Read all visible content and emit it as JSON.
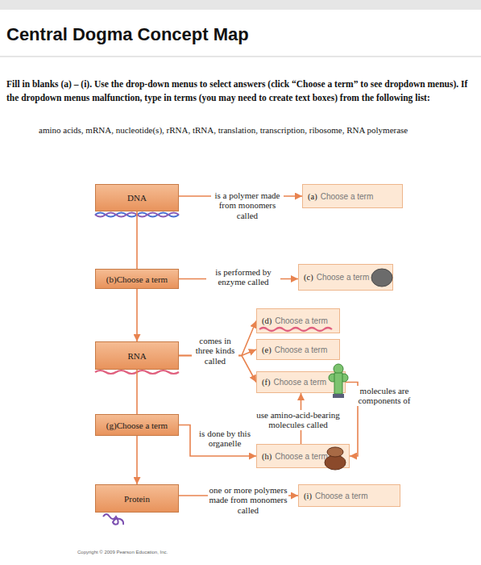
{
  "diagram": {
    "title": "Central Dogma Concept Map",
    "nodes": [
      {
        "text": [
          "DNA"
        ]
      },
      {
        "text": [
          "(a)",
          "Choose a term"
        ]
      },
      {
        "text": [
          "(b)",
          "Choose a term"
        ]
      },
      {
        "text": [
          "(c)",
          "Choose a term"
        ]
      },
      {
        "text": [
          "(d)",
          "Choose a term"
        ]
      },
      {
        "text": [
          "RNA"
        ]
      },
      {
        "text": [
          "(e)",
          "Choose a term"
        ]
      },
      {
        "text": [
          "(f)",
          "Choose a term"
        ]
      },
      {
        "text": [
          "(g)",
          "Choose a term"
        ]
      },
      {
        "text": [
          "(h)",
          "Choose a term"
        ]
      },
      {
        "text": [
          "Protein"
        ]
      },
      {
        "text": [
          "(i)",
          "Choose a term"
        ]
      }
    ],
    "edges": [
      {
        "from": 0,
        "to": 1,
        "label": "is a polymer made from monomers called",
        "arrow": "to"
      },
      {
        "from": 0,
        "to": 2,
        "arrow": "none"
      },
      {
        "from": 2,
        "to": 5,
        "arrow": "to"
      },
      {
        "from": 2,
        "to": 3,
        "label": "is performed by enzyme called",
        "arrow": "to"
      },
      {
        "from": 5,
        "to": 4,
        "arrow": "to"
      },
      {
        "from": 5,
        "to": 6,
        "label": "comes in three kinds called",
        "arrow": "to"
      },
      {
        "from": 5,
        "to": 7,
        "arrow": "to"
      },
      {
        "from": 7,
        "to": 9,
        "label": "molecules are components of",
        "arrow": "to"
      },
      {
        "from": 9,
        "to": 7,
        "label": "use amino-acid-bearing molecules called",
        "arrow": "to"
      },
      {
        "from": 5,
        "to": 8,
        "arrow": "none"
      },
      {
        "from": 8,
        "to": 10,
        "arrow": "to"
      },
      {
        "from": 8,
        "to": 9,
        "label": "is done by this organelle",
        "arrow": "to"
      },
      {
        "from": 10,
        "to": 11,
        "label": "one or more polymers made from monomers called",
        "arrow": "to"
      }
    ],
    "labels": [
      "Fill in blanks (a) – (i). Use the drop-down menus to select answers (click “Choose a term” to see dropdown menus). If the dropdown menus malfunction, type in terms (you may need to create text boxes) from the following list:",
      "amino acids, mRNA, nucleotide(s), rRNA, tRNA, translation, transcription, ribosome, RNA polymerase",
      "Copyright © 2009 Pearson Education, Inc."
    ]
  }
}
